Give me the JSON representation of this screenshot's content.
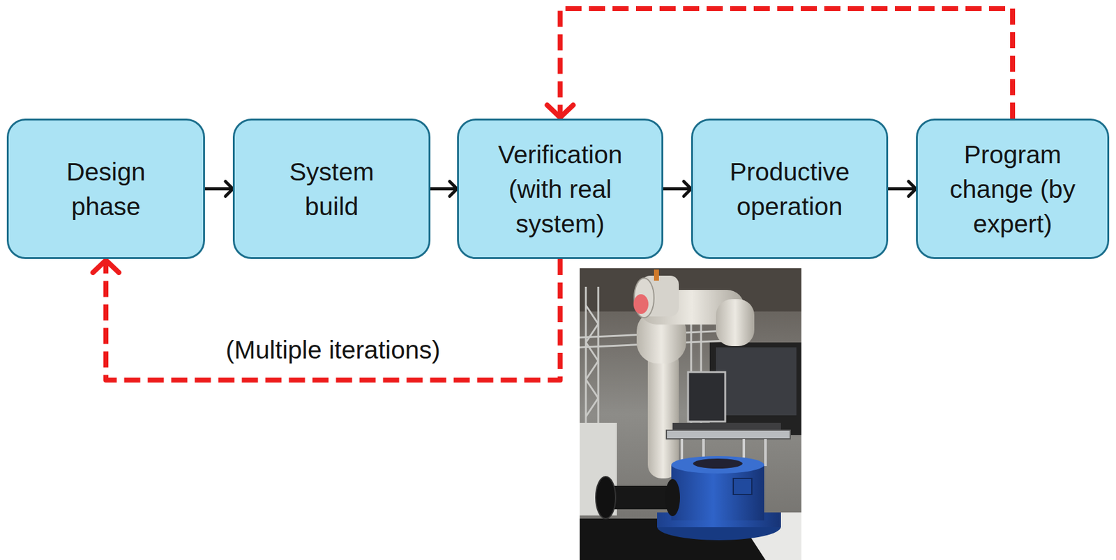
{
  "diagram": {
    "nodes": [
      {
        "text": [
          "Design phase"
        ]
      },
      {
        "text": [
          "System build"
        ]
      },
      {
        "text": [
          "Verification (with real system)"
        ]
      },
      {
        "text": [
          "Productive operation"
        ]
      },
      {
        "text": [
          "Program change (by expert)"
        ]
      }
    ],
    "edges": [
      {
        "from": 0,
        "to": 1,
        "arrow": "to"
      },
      {
        "from": 1,
        "to": 2,
        "arrow": "to"
      },
      {
        "from": 2,
        "to": 3,
        "arrow": "to"
      },
      {
        "from": 3,
        "to": 4,
        "arrow": "to"
      },
      {
        "from": 4,
        "to": 2,
        "arrow": "to"
      },
      {
        "from": 2,
        "to": 0,
        "arrow": "to",
        "label": "(Multiple iterations)"
      }
    ]
  }
}
